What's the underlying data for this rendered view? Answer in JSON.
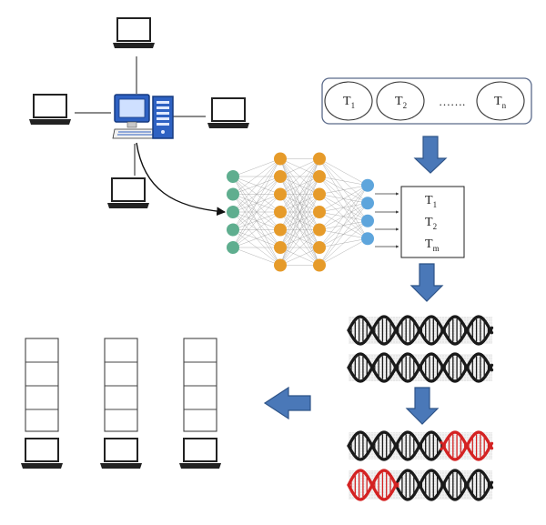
{
  "task_pool": {
    "tasks": [
      {
        "main": "T",
        "sub": "1"
      },
      {
        "main": "T",
        "sub": "2"
      },
      {
        "main": "T",
        "sub": "n"
      }
    ],
    "ellipsis": "……."
  },
  "output_tasks": [
    {
      "main": "T",
      "sub": "1"
    },
    {
      "main": "T",
      "sub": "2"
    },
    {
      "main": "T",
      "sub": "m"
    }
  ],
  "colors": {
    "input_node": "#5fae8f",
    "hidden_node": "#e69b2a",
    "output_node": "#5ea5dc",
    "arrow_fill": "#4a78b8",
    "arrow_stroke": "#2f5488",
    "dna_black": "#1a1a1a",
    "dna_red": "#d42222",
    "frame": "#5a6a8a"
  },
  "network": {
    "layer_sizes": [
      5,
      7,
      7,
      4
    ]
  },
  "icons": {
    "server": "desktop-computer-icon",
    "client": "laptop-icon",
    "chromosome": "dna-helix-icon",
    "arrow": "block-arrow-icon"
  }
}
